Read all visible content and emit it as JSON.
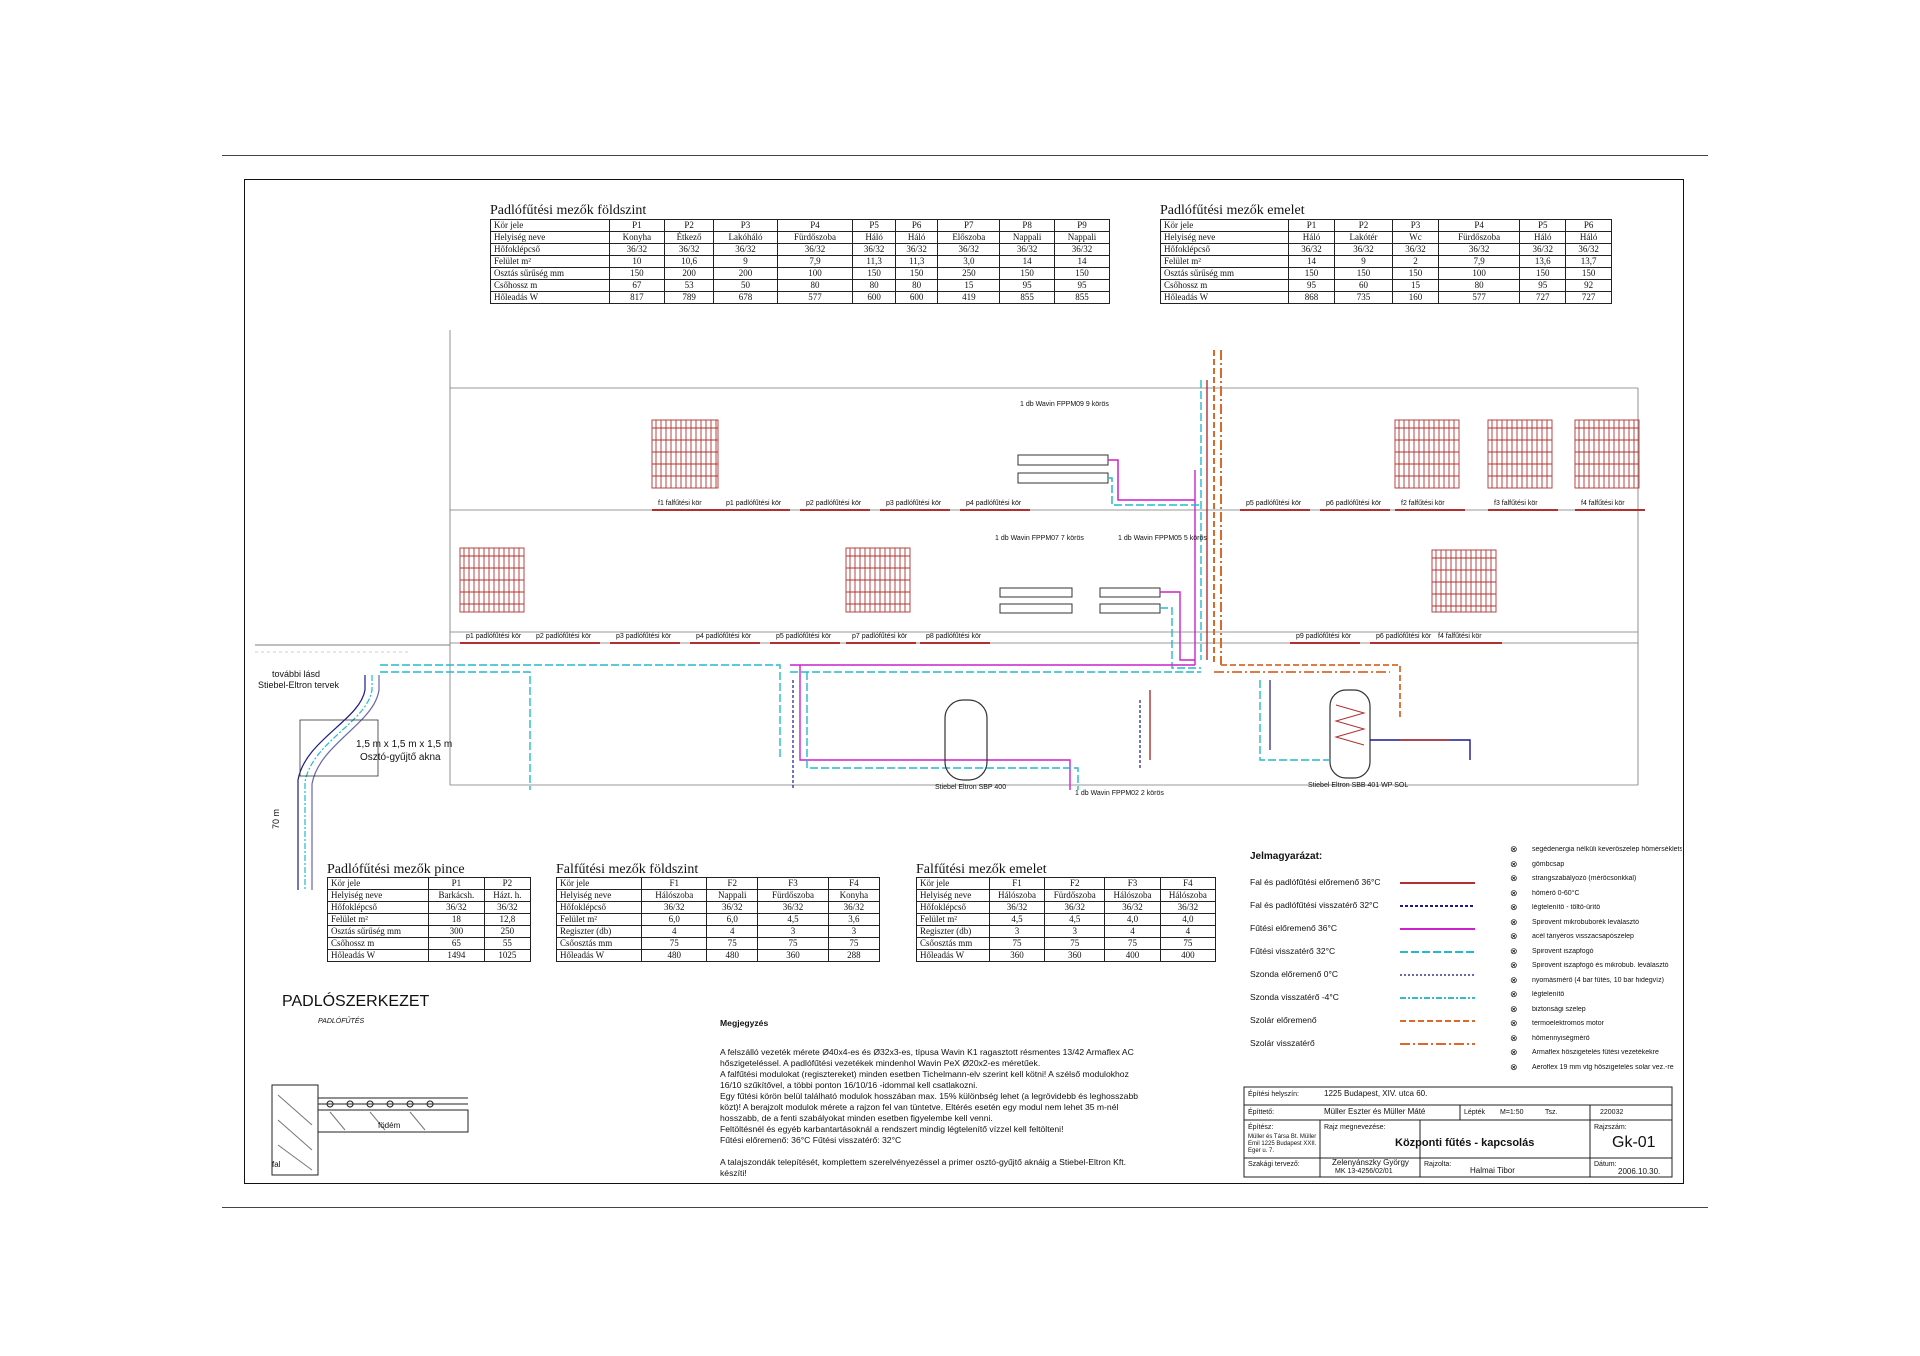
{
  "tables": {
    "floor_ground": {
      "title": "Padlófűtési mezők földszint",
      "header": [
        "Kör jele",
        "P1",
        "P2",
        "P3",
        "P4",
        "P5",
        "P6",
        "P7",
        "P8",
        "P9"
      ],
      "rows": [
        [
          "Helyiség neve",
          "Konyha",
          "Étkező",
          "Lakóháló",
          "Fürdőszoba",
          "Háló",
          "Háló",
          "Előszoba",
          "Nappali",
          "Nappali"
        ],
        [
          "Hőfoklépcső",
          "36/32",
          "36/32",
          "36/32",
          "36/32",
          "36/32",
          "36/32",
          "36/32",
          "36/32",
          "36/32"
        ],
        [
          "Felület m²",
          "10",
          "10,6",
          "9",
          "7,9",
          "11,3",
          "11,3",
          "3,0",
          "14",
          "14"
        ],
        [
          "Osztás sűrűség mm",
          "150",
          "200",
          "200",
          "100",
          "150",
          "150",
          "250",
          "150",
          "150"
        ],
        [
          "Csőhossz m",
          "67",
          "53",
          "50",
          "80",
          "80",
          "80",
          "15",
          "95",
          "95"
        ],
        [
          "Hőleadás W",
          "817",
          "789",
          "678",
          "577",
          "600",
          "600",
          "419",
          "855",
          "855"
        ]
      ]
    },
    "floor_upper": {
      "title": "Padlófűtési mezők emelet",
      "header": [
        "Kör jele",
        "P1",
        "P2",
        "P3",
        "P4",
        "P5",
        "P6"
      ],
      "rows": [
        [
          "Helyiség neve",
          "Háló",
          "Lakótér",
          "Wc",
          "Fürdőszoba",
          "Háló",
          "Háló"
        ],
        [
          "Hőfoklépcső",
          "36/32",
          "36/32",
          "36/32",
          "36/32",
          "36/32",
          "36/32"
        ],
        [
          "Felület m²",
          "14",
          "9",
          "2",
          "7,9",
          "13,6",
          "13,7"
        ],
        [
          "Osztás sűrűség mm",
          "150",
          "150",
          "150",
          "100",
          "150",
          "150"
        ],
        [
          "Csőhossz m",
          "95",
          "60",
          "15",
          "80",
          "95",
          "92"
        ],
        [
          "Hőleadás W",
          "868",
          "735",
          "160",
          "577",
          "727",
          "727"
        ]
      ]
    },
    "floor_basement": {
      "title": "Padlófűtési mezők pince",
      "header": [
        "Kör jele",
        "P1",
        "P2"
      ],
      "rows": [
        [
          "Helyiség neve",
          "Barkácsh.",
          "Házt. h."
        ],
        [
          "Hőfoklépcső",
          "36/32",
          "36/32"
        ],
        [
          "Felület m²",
          "18",
          "12,8"
        ],
        [
          "Osztás sűrűség mm",
          "300",
          "250"
        ],
        [
          "Csőhossz m",
          "65",
          "55"
        ],
        [
          "Hőleadás W",
          "1494",
          "1025"
        ]
      ]
    },
    "wall_ground": {
      "title": "Falfűtési mezők földszint",
      "header": [
        "Kör jele",
        "F1",
        "F2",
        "F3",
        "F4"
      ],
      "rows": [
        [
          "Helyiség neve",
          "Hálószoba",
          "Nappali",
          "Fürdőszoba",
          "Konyha"
        ],
        [
          "Hőfoklépcső",
          "36/32",
          "36/32",
          "36/32",
          "36/32"
        ],
        [
          "Felület m²",
          "6,0",
          "6,0",
          "4,5",
          "3,6"
        ],
        [
          "Regiszter (db)",
          "4",
          "4",
          "3",
          "3"
        ],
        [
          "Csőosztás mm",
          "75",
          "75",
          "75",
          "75"
        ],
        [
          "Hőleadás W",
          "480",
          "480",
          "360",
          "288"
        ]
      ]
    },
    "wall_upper": {
      "title": "Falfűtési mezők emelet",
      "header": [
        "Kör jele",
        "F1",
        "F2",
        "F3",
        "F4"
      ],
      "rows": [
        [
          "Helyiség neve",
          "Hálószoba",
          "Fürdőszoba",
          "Hálószoba",
          "Hálószoba"
        ],
        [
          "Hőfoklépcső",
          "36/32",
          "36/32",
          "36/32",
          "36/32"
        ],
        [
          "Felület m²",
          "4,5",
          "4,5",
          "4,0",
          "4,0"
        ],
        [
          "Regiszter (db)",
          "3",
          "3",
          "4",
          "4"
        ],
        [
          "Csőosztás mm",
          "75",
          "75",
          "75",
          "75"
        ],
        [
          "Hőleadás W",
          "360",
          "360",
          "400",
          "400"
        ]
      ]
    }
  },
  "diagram_labels": {
    "further_see": "további lásd",
    "stiebel_plans": "Stiebel-Eltron tervek",
    "shaft": "1,5 m x 1,5 m x 1,5 m",
    "shaft_name": "Osztó-gyűjtő akna",
    "depth": "70 m",
    "section_title": "PADLÓSZERKEZET",
    "section_sub": "PADLÓFŰTÉS",
    "floor_label": "födém",
    "wall_label": "fal",
    "tank1": "Stiebel Eltron SBP 400",
    "tank2": "Stiebel Eltron SBB 401 WP SOL",
    "manifold_top": "1 db Wavin FPPM09 9 körös",
    "manifold_mid1": "1 db Wavin FPPM07 7 körös",
    "manifold_mid2": "1 db Wavin FPPM05 5 körös",
    "manifold_low": "1 db Wavin FPPM02 2 körös"
  },
  "circuit_labels_top": [
    "f1 falfűtési kör",
    "p1 padlófűtési kör",
    "p2 padlófűtési kör",
    "p3 padlófűtési kör",
    "p4 padlófűtési kör",
    "p5 padlófűtési kör",
    "p6 padlófűtési kör",
    "f2 falfűtési kör",
    "f3 falfűtési kör",
    "f4 falfűtési kör"
  ],
  "circuit_labels_mid": [
    "p1 padlófűtési kör",
    "p2 padlófűtési kör",
    "p3 padlófűtési kör",
    "p4 padlófűtési kör",
    "p5 padlófűtési kör",
    "p7 padlófűtési kör",
    "p8 padlófűtési kör",
    "p9 padlófűtési kör",
    "p6 padlófűtési kör",
    "f4 falfűtési kör"
  ],
  "legend": {
    "title": "Jelmagyarázat:",
    "items": [
      {
        "label": "Fal és padlófűtési előremenő  36°C",
        "color": "#b03030",
        "dash": ""
      },
      {
        "label": "Fal és padlófűtési visszatérő  32°C",
        "color": "#1a1a8a",
        "dash": "3,2"
      },
      {
        "label": "Fűtési előremenő  36°C",
        "color": "#cc22cc",
        "dash": ""
      },
      {
        "label": "Fűtési visszatérő  32°C",
        "color": "#22bbcc",
        "dash": "8,3"
      },
      {
        "label": "Szonda előremenő  0°C",
        "color": "#6666aa",
        "dash": "2,2"
      },
      {
        "label": "Szonda visszatérő  -4°C",
        "color": "#33bbcc",
        "dash": "6,2,2,2"
      },
      {
        "label": "Szolár előremenő",
        "color": "#d96a2a",
        "dash": "6,3"
      },
      {
        "label": "Szolár visszatérő",
        "color": "#d96a2a",
        "dash": "10,3,2,3"
      }
    ],
    "symbols": [
      "segédenergia nélküli keverőszelep hőmérsékletszabályzóval",
      "gömbcsap",
      "strangszabályozó (mérőcsonkkal)",
      "hőmérő 0-60°C",
      "légtelenítő - töltő-ürítő",
      "Spirovent mikrobuborék leválasztó",
      "acél tányéros visszacsapószelep",
      "Spirovent iszapfogó",
      "Spirovent iszapfogó és mikrobub. leválasztó",
      "nyomásmérő (4 bar fűtés, 10 bar hidegvíz)",
      "légtelenítő",
      "biztonsági szelep",
      "termoelektromos motor",
      "hőmennyiségmérő",
      "Armaflex hőszigetelés fűtési vezetékekre",
      "Aeroflex 19 mm vtg hőszigetelés solar vez.-re"
    ]
  },
  "notes": {
    "heading": "Megjegyzés",
    "lines": [
      "A felszálló vezeték mérete Ø40x4-es és Ø32x3-es, típusa Wavin K1 ragasztott résmentes 13/42 Armaflex AC",
      "hőszigeteléssel. A padlófűtési vezetékek mindenhol Wavin PeX Ø20x2-es méretűek.",
      "A falfűtési modulokat (regisztereket) minden esetben Tichelmann-elv szerint kell kötni! A szélső modulokhoz",
      "16/10 szűkítővel, a többi ponton 16/10/16 -idommal kell csatlakozni.",
      "Egy fűtési körön belül található modulok hosszában max. 15% különbség lehet (a legrövidebb és leghosszabb",
      "közt)! A berajzolt modulok mérete a rajzon fel van tüntetve. Eltérés esetén egy modul nem lehet 35 m-nél",
      "hosszabb, de a fenti szabályokat minden esetben figyelembe kell venni.",
      "Feltöltésnél és egyéb karbantartásoknál a rendszert mindig légtelenítő vízzel kell feltölteni!",
      "Fűtési előremenő:  36°C          Fűtési visszatérő:  32°C",
      "",
      "A  talajszondák telepítését, komplettem szerelvényezéssel a primer osztó-gyűjtő aknáig a Stiebel-Eltron Kft.",
      "készíti!"
    ]
  },
  "title_block": {
    "site_label": "Építési helyszín:",
    "site": "1225 Budapest, XIV. utca 60.",
    "client_label": "Építtető:",
    "client": "Müller Eszter és Müller Máté",
    "scale_label": "Lépték",
    "scale": "M=1:50",
    "date_label": "Tsz.",
    "job_no": "220032",
    "designer_label": "Építész:",
    "designer": "Müller és Társa Bt. Müller Emil 1225 Budapest XXII. Eger u. 7.",
    "drawing_label": "Rajz megnevezése:",
    "drawing": "Központi fűtés - kapcsolás",
    "number_label": "Rajzszám:",
    "number": "Gk-01",
    "engineer_label": "Szakági tervező:",
    "engineer": "Zelenyánszky György",
    "license": "MK 13-4256/02/01",
    "drawn_label": "Rajzolta:",
    "drawn": "Halmai Tibor",
    "date_label2": "Dátum:",
    "date": "2006.10.30."
  }
}
